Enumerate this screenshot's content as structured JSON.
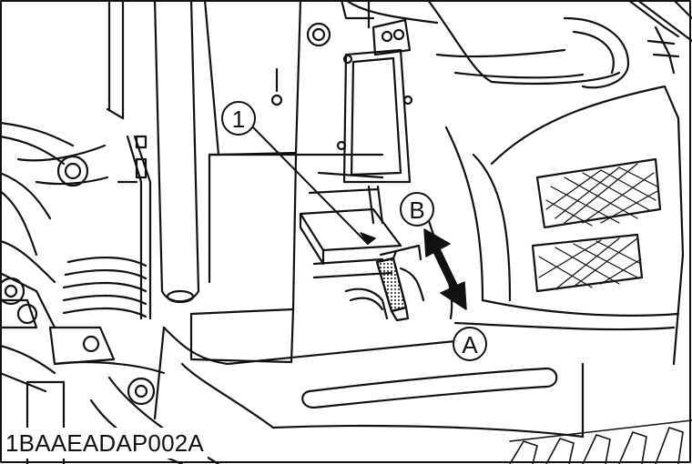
{
  "callouts": {
    "part_1": "1",
    "position_a": "A",
    "position_b": "B"
  },
  "figure_code": "1BAAEADAP002A",
  "colors": {
    "line": "#111111",
    "background": "#ffffff"
  }
}
